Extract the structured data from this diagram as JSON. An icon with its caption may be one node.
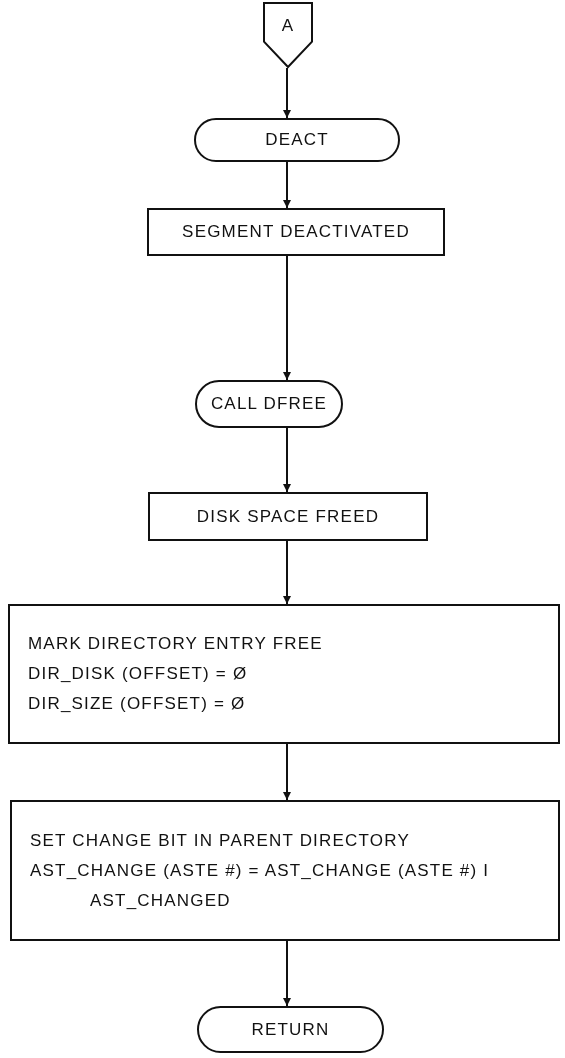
{
  "diagram": {
    "nodes": [
      {
        "text": [
          "A"
        ]
      },
      {
        "text": [
          "DEACT"
        ]
      },
      {
        "text": [
          "SEGMENT DEACTIVATED"
        ]
      },
      {
        "text": [
          "CALL DFREE"
        ]
      },
      {
        "text": [
          "DISK SPACE FREED"
        ]
      },
      {
        "text": [
          "MARK DIRECTORY ENTRY FREE",
          "DIR_DISK (OFFSET) = Ø",
          "DIR_SIZE (OFFSET) = Ø"
        ]
      },
      {
        "text": [
          "SET CHANGE BIT IN PARENT DIRECTORY",
          "AST_CHANGE (ASTE #) = AST_CHANGE (ASTE #) I AST_CHANGED"
        ]
      },
      {
        "text": [
          "RETURN"
        ]
      }
    ],
    "edges": [
      {
        "from": 0,
        "to": 1,
        "arrow": "to"
      },
      {
        "from": 1,
        "to": 2,
        "arrow": "to"
      },
      {
        "from": 2,
        "to": 3,
        "arrow": "to"
      },
      {
        "from": 3,
        "to": 4,
        "arrow": "to"
      },
      {
        "from": 4,
        "to": 5,
        "arrow": "to"
      },
      {
        "from": 5,
        "to": 6,
        "arrow": "to"
      },
      {
        "from": 6,
        "to": 7,
        "arrow": "to"
      }
    ]
  }
}
